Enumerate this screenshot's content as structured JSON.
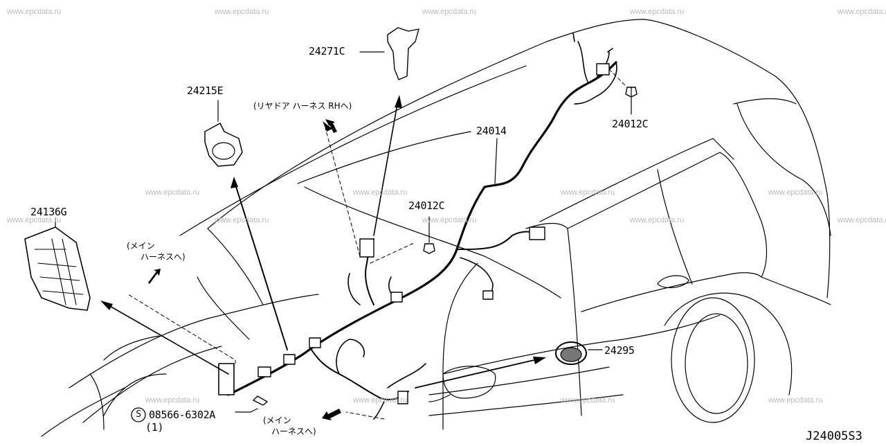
{
  "watermark": "www.epcdata.ru",
  "diagram_code": "J24005S3",
  "parts": {
    "p24271C": "24271C",
    "p24215E": "24215E",
    "p24014": "24014",
    "p24012C_top": "24012C",
    "p24012C_mid": "24012C",
    "p24136G": "24136G",
    "p24295": "24295",
    "p08566": "08566-6302A",
    "p08566_qty": "(1)",
    "p08566_symbol": "S"
  },
  "notes": {
    "rear_door": "(リヤドア ハーネス RHへ)",
    "main_top_1": "(メイン",
    "main_top_2": "ハーネスへ)",
    "main_bottom_1": "(メイン",
    "main_bottom_2": "ハーネスへ)"
  }
}
